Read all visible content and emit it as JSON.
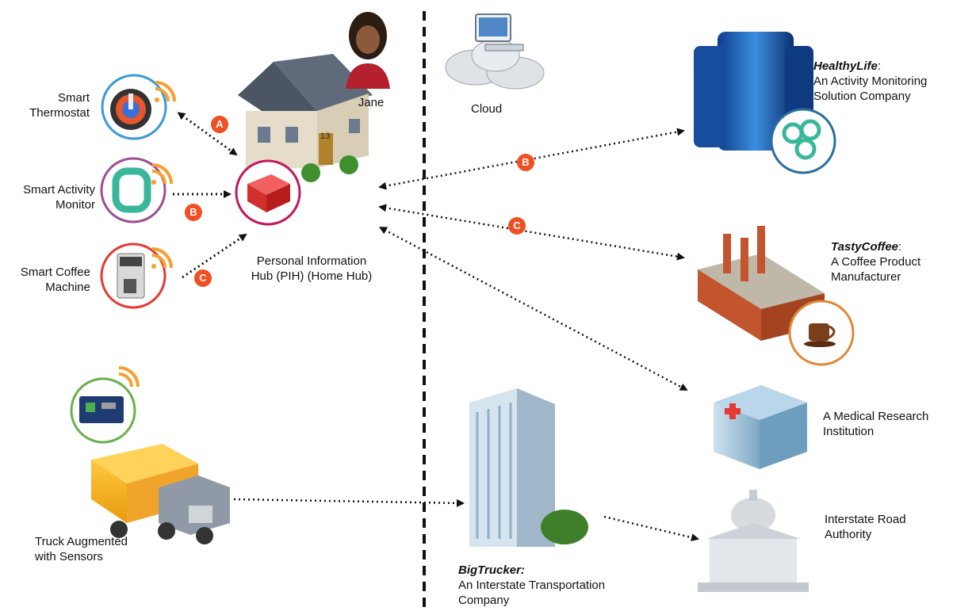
{
  "person": {
    "name": "Jane"
  },
  "cloud": {
    "label": "Cloud"
  },
  "hub": {
    "line1": "Personal Information",
    "line2": "Hub (PIH) (Home Hub)"
  },
  "devices": {
    "thermostat": {
      "line1": "Smart",
      "line2": "Thermostat"
    },
    "activity": {
      "line1": "Smart Activity",
      "line2": "Monitor"
    },
    "coffee": {
      "line1": "Smart Coffee",
      "line2": "Machine"
    },
    "truck": {
      "line1": "Truck Augmented",
      "line2": "with Sensors"
    }
  },
  "orgs": {
    "healthylife": {
      "name": "HealthyLife",
      "suffix": ":",
      "line1": "An Activity Monitoring",
      "line2": "Solution Company"
    },
    "tastycoffee": {
      "name": "TastyCoffee",
      "suffix": ":",
      "line1": "A Coffee Product",
      "line2": "Manufacturer"
    },
    "medical": {
      "line1": "A Medical Research",
      "line2": "Institution"
    },
    "road": {
      "line1": "Interstate Road",
      "line2": "Authority"
    },
    "bigtrucker": {
      "name": "BigTrucker:",
      "line1": "An Interstate Transportation",
      "line2": "Company"
    }
  },
  "badges": {
    "a": "A",
    "b": "B",
    "c": "C"
  },
  "house": {
    "number": "13"
  },
  "colors": {
    "thermostat_ring": "#3a9ad9",
    "activity_ring": "#9b4f96",
    "coffee_ring": "#e53935",
    "hub_ring": "#c2185b",
    "healthylife_ring": "#2b6f9e",
    "tastycoffee_ring": "#e0883a",
    "truck_ring": "#6ab04c",
    "badge": "#f04e23",
    "wifi": "#f5a030"
  }
}
